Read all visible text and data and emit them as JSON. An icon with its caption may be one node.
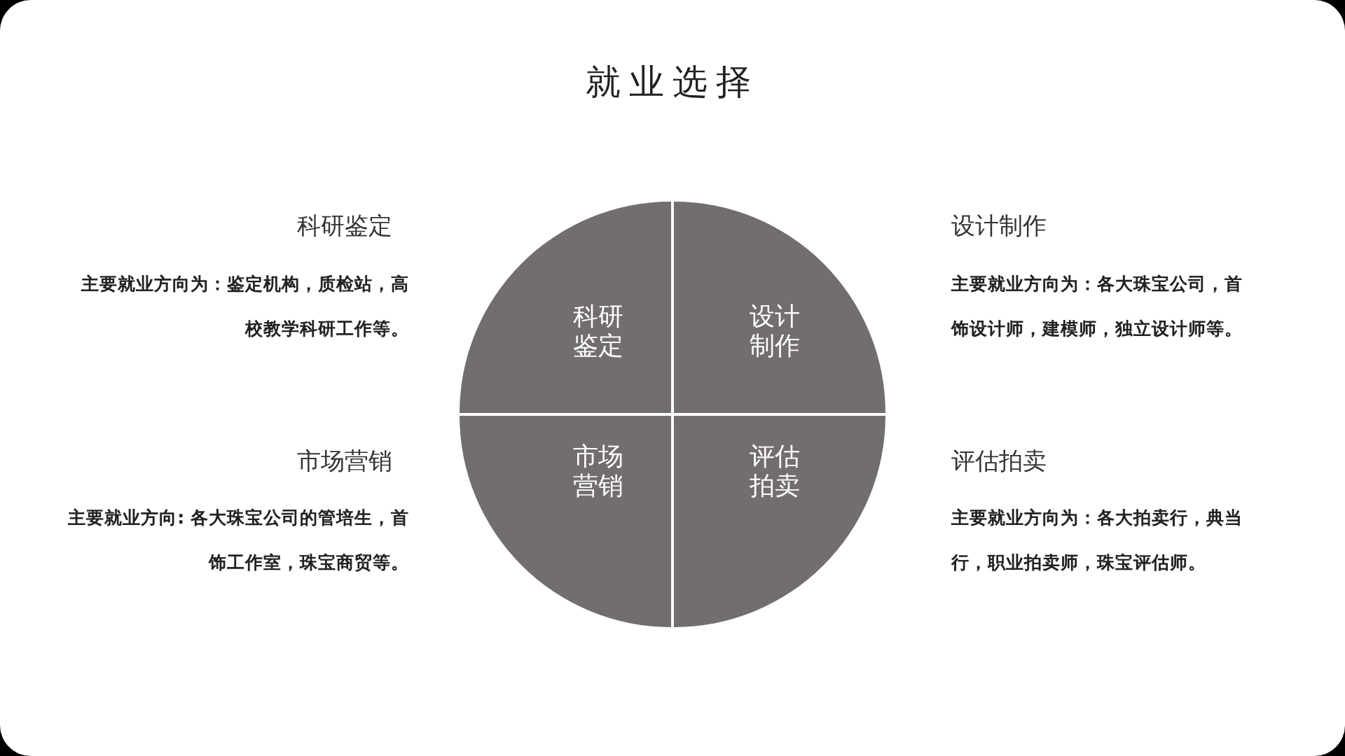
{
  "diagram": {
    "title": "就业选择",
    "nodes": [
      {
        "text": [
          "科研鉴定"
        ]
      },
      {
        "text": [
          "设计制作"
        ]
      },
      {
        "text": [
          "市场营销"
        ]
      },
      {
        "text": [
          "评估拍卖"
        ]
      }
    ],
    "labels": [
      "科研鉴定",
      "主要就业方向为：鉴定机构，质检站，高校教学科研工作等。",
      "设计制作",
      "主要就业方向为：各大珠宝公司，首饰设计师，建模师，独立设计师等。",
      "市场营销",
      "主要就业方向: 各大珠宝公司的管培生，首饰工作室，珠宝商贸等。",
      "评估拍卖",
      "主要就业方向为：各大拍卖行，典当行，职业拍卖师，珠宝评估师。"
    ]
  }
}
